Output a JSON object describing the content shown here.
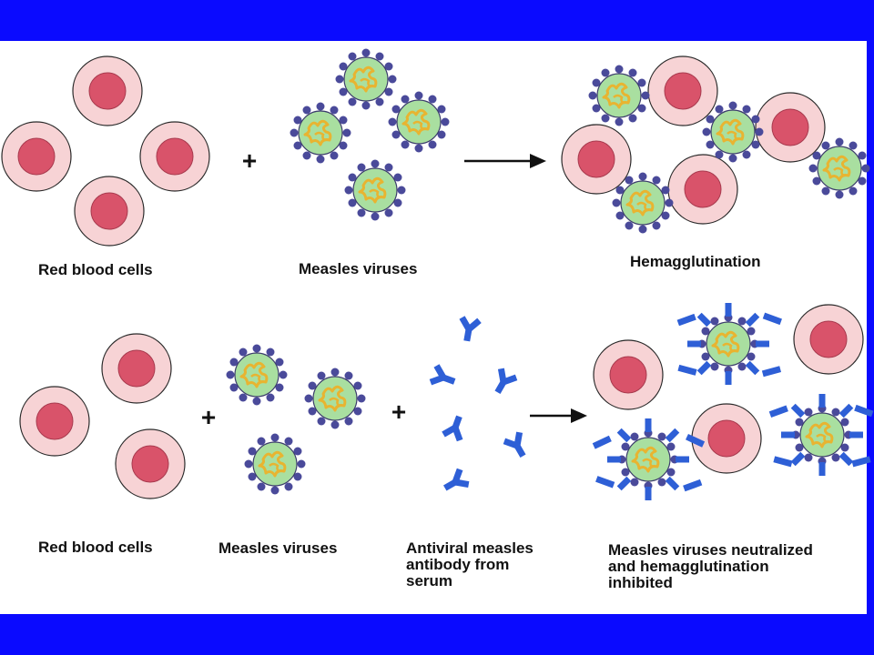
{
  "labels": {
    "top_rbc": "Red blood cells",
    "top_virus": "Measles viruses",
    "top_result": "Hemagglutination",
    "bottom_rbc": "Red blood cells",
    "bottom_virus": "Measles viruses",
    "bottom_antibody": "Antiviral measles\nantibody from\nserum",
    "bottom_result": "Measles viruses neutralized\nand hemagglutination\ninhibited"
  },
  "operators": {
    "plus": "+"
  },
  "colors": {
    "frame_blue": "#0a0aff",
    "rbc_outer": "#f7d3d5",
    "rbc_inner": "#d9536a",
    "virus_body": "#a9dfa0",
    "virus_rna": "#e8b431",
    "virus_spike": "#4a4a9a",
    "antibody": "#2e5fd6"
  }
}
